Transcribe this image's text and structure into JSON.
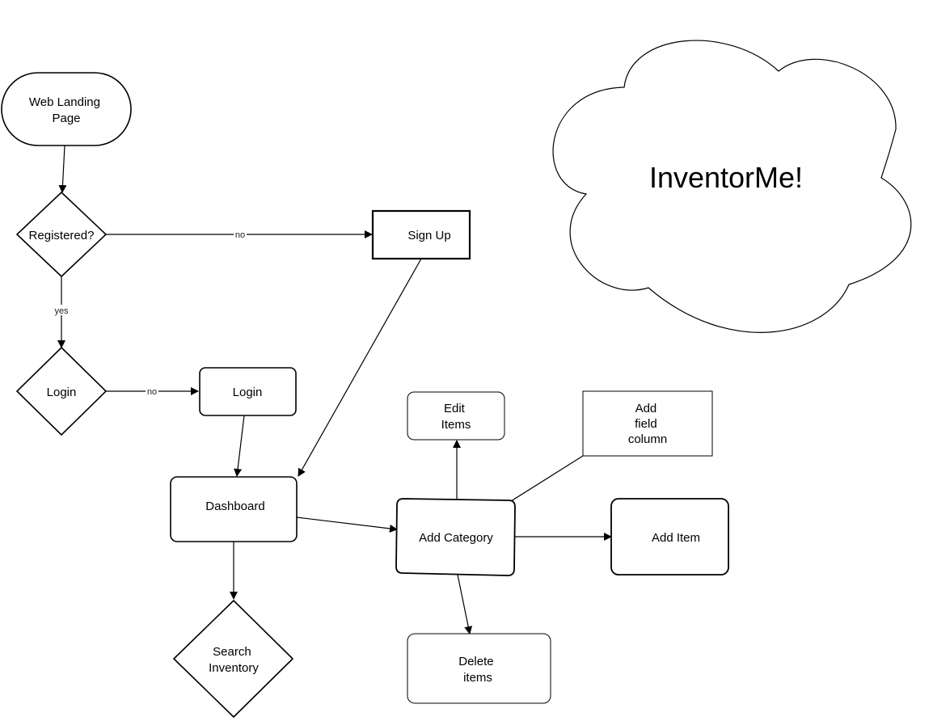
{
  "title": "InventorMe!",
  "nodes": {
    "web_landing": [
      "Web Landing",
      "Page"
    ],
    "registered": [
      "Registered?"
    ],
    "login_decision": [
      "Login"
    ],
    "sign_up": [
      "Sign Up"
    ],
    "login_box": [
      "Login"
    ],
    "dashboard": [
      "Dashboard"
    ],
    "search_inventory": [
      "Search",
      "Inventory"
    ],
    "edit_items": [
      "Edit",
      "Items"
    ],
    "add_field_column": [
      "Add",
      "field",
      "column"
    ],
    "add_category": [
      "Add Category"
    ],
    "add_item": [
      "Add Item"
    ],
    "delete_items": [
      "Delete",
      "items"
    ]
  },
  "edge_labels": {
    "registered_no": "no",
    "registered_yes": "yes",
    "login_no": "no"
  }
}
